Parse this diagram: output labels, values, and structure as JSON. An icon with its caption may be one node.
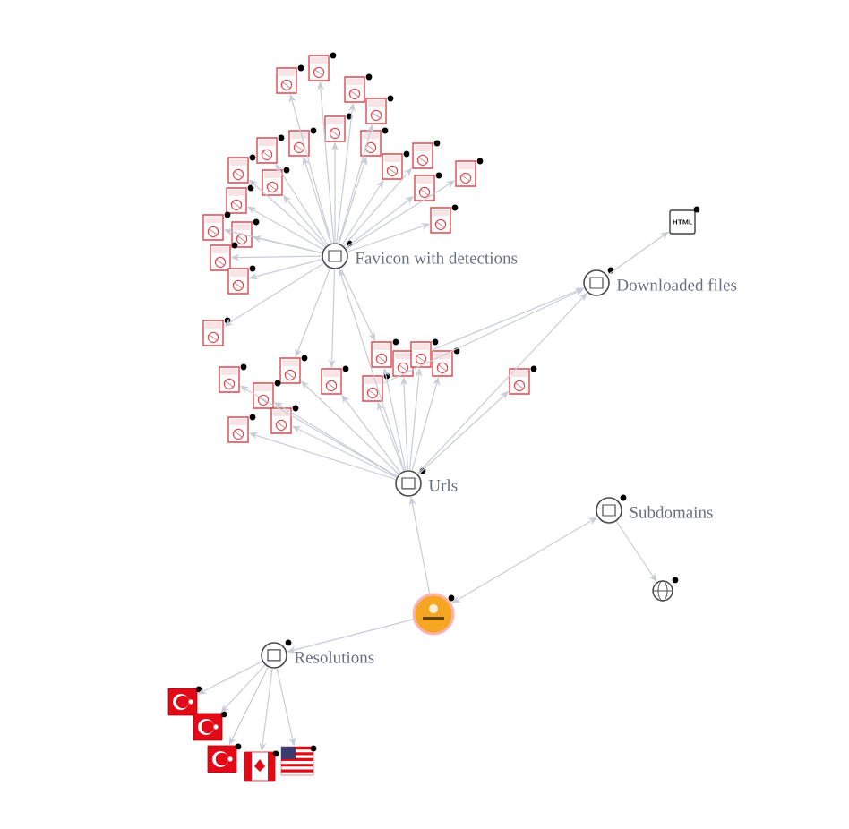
{
  "diagram": {
    "nodes": [
      {
        "text": [
          "Favicon with detections"
        ]
      },
      {
        "text": [
          "Downloaded files"
        ]
      },
      {
        "text": [
          "HTML"
        ]
      },
      {
        "text": [
          "Urls"
        ]
      },
      {
        "text": [
          "Subdomains"
        ]
      },
      {
        "text": [],
        "shape": "globe"
      },
      {
        "text": [],
        "shape": "circle"
      },
      {
        "text": [
          "Resolutions"
        ]
      },
      {
        "text": [],
        "shape": "flag"
      },
      {
        "text": [],
        "shape": "flag"
      },
      {
        "text": [],
        "shape": "flag"
      },
      {
        "text": [],
        "shape": "flag"
      },
      {
        "text": [],
        "shape": "flag"
      },
      {
        "text": [],
        "shape": "document"
      },
      {
        "text": [],
        "shape": "document"
      },
      {
        "text": [],
        "shape": "document"
      },
      {
        "text": [],
        "shape": "document"
      },
      {
        "text": [],
        "shape": "document"
      },
      {
        "text": [],
        "shape": "document"
      },
      {
        "text": [],
        "shape": "document"
      },
      {
        "text": [],
        "shape": "document"
      },
      {
        "text": [],
        "shape": "document"
      },
      {
        "text": [],
        "shape": "document"
      },
      {
        "text": [],
        "shape": "document"
      },
      {
        "text": [],
        "shape": "document"
      },
      {
        "text": [],
        "shape": "document"
      },
      {
        "text": [],
        "shape": "document"
      },
      {
        "text": [],
        "shape": "document"
      },
      {
        "text": [],
        "shape": "document"
      },
      {
        "text": [],
        "shape": "document"
      },
      {
        "text": [],
        "shape": "document"
      },
      {
        "text": [],
        "shape": "document"
      },
      {
        "text": [],
        "shape": "document"
      },
      {
        "text": [],
        "shape": "document"
      },
      {
        "text": [],
        "shape": "document"
      },
      {
        "text": [],
        "shape": "document"
      },
      {
        "text": [],
        "shape": "document"
      },
      {
        "text": [],
        "shape": "document"
      },
      {
        "text": [],
        "shape": "document"
      },
      {
        "text": [],
        "shape": "document"
      },
      {
        "text": [],
        "shape": "document"
      },
      {
        "text": [],
        "shape": "document"
      },
      {
        "text": [],
        "shape": "document"
      },
      {
        "text": [],
        "shape": "document"
      },
      {
        "text": [],
        "shape": "document"
      },
      {
        "text": [],
        "shape": "document"
      }
    ],
    "edges": [
      {
        "from": 6,
        "to": 3,
        "arrow": "to"
      },
      {
        "from": 6,
        "to": 4,
        "arrow": "both"
      },
      {
        "from": 6,
        "to": 7,
        "arrow": "to"
      },
      {
        "from": 4,
        "to": 5,
        "arrow": "to"
      },
      {
        "from": 7,
        "to": 8,
        "arrow": "to"
      },
      {
        "from": 7,
        "to": 9,
        "arrow": "to"
      },
      {
        "from": 7,
        "to": 10,
        "arrow": "to"
      },
      {
        "from": 7,
        "to": 11,
        "arrow": "to"
      },
      {
        "from": 7,
        "to": 12,
        "arrow": "to"
      },
      {
        "from": 3,
        "to": 1,
        "arrow": "to"
      },
      {
        "from": 1,
        "to": 2,
        "arrow": "to"
      },
      {
        "from": 3,
        "to": 0,
        "arrow": "to"
      },
      {
        "from": 0,
        "to": 13,
        "arrow": "to"
      },
      {
        "from": 0,
        "to": 14,
        "arrow": "to"
      },
      {
        "from": 0,
        "to": 15,
        "arrow": "to"
      },
      {
        "from": 0,
        "to": 16,
        "arrow": "to"
      },
      {
        "from": 0,
        "to": 17,
        "arrow": "to"
      },
      {
        "from": 0,
        "to": 18,
        "arrow": "to"
      },
      {
        "from": 0,
        "to": 19,
        "arrow": "to"
      },
      {
        "from": 0,
        "to": 20,
        "arrow": "to"
      },
      {
        "from": 0,
        "to": 21,
        "arrow": "to"
      },
      {
        "from": 0,
        "to": 22,
        "arrow": "to"
      },
      {
        "from": 0,
        "to": 23,
        "arrow": "to"
      },
      {
        "from": 0,
        "to": 24,
        "arrow": "to"
      },
      {
        "from": 0,
        "to": 25,
        "arrow": "to"
      },
      {
        "from": 0,
        "to": 26,
        "arrow": "to"
      },
      {
        "from": 0,
        "to": 27,
        "arrow": "to"
      },
      {
        "from": 0,
        "to": 28,
        "arrow": "to"
      },
      {
        "from": 0,
        "to": 29,
        "arrow": "to"
      },
      {
        "from": 0,
        "to": 30,
        "arrow": "to"
      },
      {
        "from": 0,
        "to": 31,
        "arrow": "to"
      },
      {
        "from": 0,
        "to": 32,
        "arrow": "to"
      },
      {
        "from": 0,
        "to": 33,
        "arrow": "to"
      },
      {
        "from": 0,
        "to": 34,
        "arrow": "to"
      },
      {
        "from": 0,
        "to": 35,
        "arrow": "to"
      },
      {
        "from": 0,
        "to": 36,
        "arrow": "to"
      },
      {
        "from": 3,
        "to": 34,
        "arrow": "to"
      },
      {
        "from": 3,
        "to": 35,
        "arrow": "to"
      },
      {
        "from": 3,
        "to": 36,
        "arrow": "to"
      },
      {
        "from": 3,
        "to": 37,
        "arrow": "to"
      },
      {
        "from": 3,
        "to": 38,
        "arrow": "to"
      },
      {
        "from": 3,
        "to": 39,
        "arrow": "to"
      },
      {
        "from": 3,
        "to": 40,
        "arrow": "to"
      },
      {
        "from": 3,
        "to": 41,
        "arrow": "to"
      },
      {
        "from": 3,
        "to": 42,
        "arrow": "to"
      },
      {
        "from": 3,
        "to": 43,
        "arrow": "to"
      },
      {
        "from": 3,
        "to": 44,
        "arrow": "to"
      },
      {
        "from": 3,
        "to": 45,
        "arrow": "to"
      },
      {
        "from": 41,
        "to": 1,
        "arrow": "to"
      },
      {
        "from": 44,
        "to": 1,
        "arrow": "to"
      }
    ]
  }
}
